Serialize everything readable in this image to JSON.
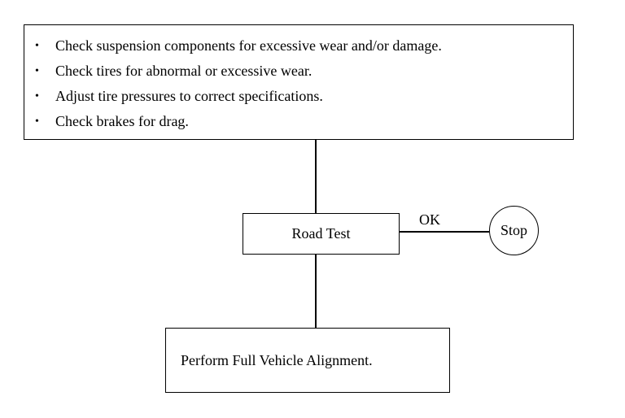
{
  "checklist": {
    "bullet": "•",
    "items": [
      "Check suspension components for excessive wear and/or damage.",
      "Check tires for abnormal or excessive wear.",
      "Adjust tire pressures to correct specifications.",
      "Check brakes for drag."
    ]
  },
  "road_test": {
    "label": "Road Test"
  },
  "ok_branch": {
    "label": "OK"
  },
  "stop": {
    "label": "Stop"
  },
  "alignment": {
    "label": "Perform Full Vehicle Alignment."
  },
  "colors": {
    "line": "#000000",
    "background": "#ffffff"
  }
}
